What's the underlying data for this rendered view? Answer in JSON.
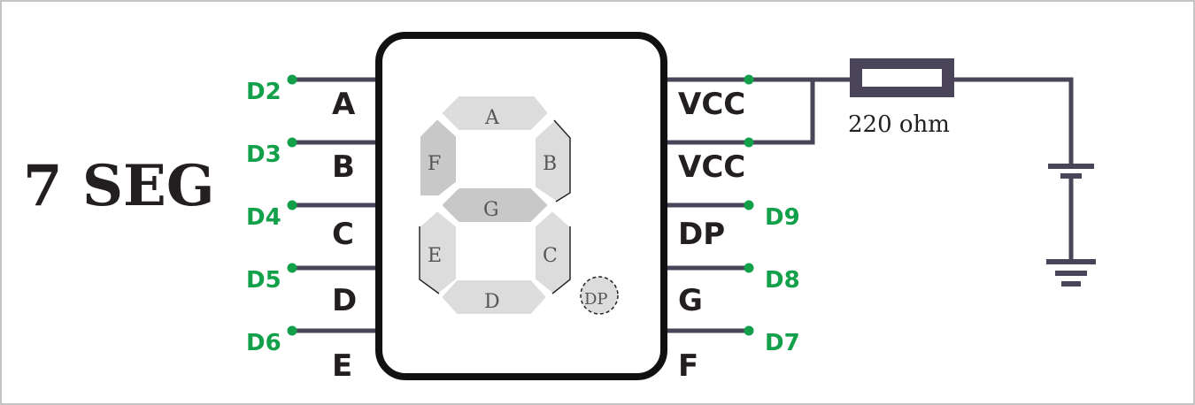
{
  "title": "7 SEG",
  "left_pins": [
    {
      "arduino": "D2",
      "segment": "A"
    },
    {
      "arduino": "D3",
      "segment": "B"
    },
    {
      "arduino": "D4",
      "segment": "C"
    },
    {
      "arduino": "D5",
      "segment": "D"
    },
    {
      "arduino": "D6",
      "segment": "E"
    }
  ],
  "right_pins": [
    {
      "label": "VCC",
      "arduino": ""
    },
    {
      "label": "VCC",
      "arduino": ""
    },
    {
      "label": "DP",
      "arduino": "D9"
    },
    {
      "label": "G",
      "arduino": "D8"
    },
    {
      "label": "F",
      "arduino": "D7"
    }
  ],
  "segments": {
    "a": "A",
    "b": "B",
    "c": "C",
    "d": "D",
    "e": "E",
    "f": "F",
    "g": "G",
    "dp": "DP"
  },
  "resistor": {
    "label": "220 ohm"
  },
  "colors": {
    "wire": "#4a4458",
    "pin_dot": "#13a04a",
    "arduino_label": "#13a04a",
    "text": "#231f20"
  }
}
